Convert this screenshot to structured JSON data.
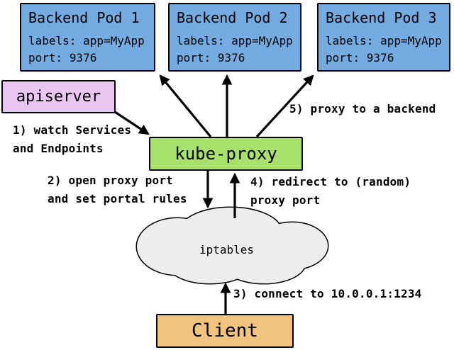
{
  "pods": [
    {
      "title": "Backend Pod 1",
      "labels_line": "labels: app=MyApp",
      "port_line": "port: 9376"
    },
    {
      "title": "Backend Pod 2",
      "labels_line": "labels: app=MyApp",
      "port_line": "port: 9376"
    },
    {
      "title": "Backend Pod 3",
      "labels_line": "labels: app=MyApp",
      "port_line": "port: 9376"
    }
  ],
  "nodes": {
    "apiserver": "apiserver",
    "kube_proxy": "kube-proxy",
    "iptables": "iptables",
    "client": "Client"
  },
  "annotations": {
    "step1": "1) watch Services\nand Endpoints",
    "step2": "2) open proxy port\nand set portal rules",
    "step3": "3) connect to 10.0.0.1:1234",
    "step4": "4) redirect to (random)\nproxy port",
    "step5": "5) proxy to a backend"
  },
  "colors": {
    "pod_fill": "#74ace2",
    "apiserver_fill": "#e9c5f2",
    "kube_proxy_fill": "#a8e16c",
    "client_fill": "#f0c47e",
    "cloud_fill": "#ededed",
    "line": "#000000",
    "background": "#ffffff"
  }
}
